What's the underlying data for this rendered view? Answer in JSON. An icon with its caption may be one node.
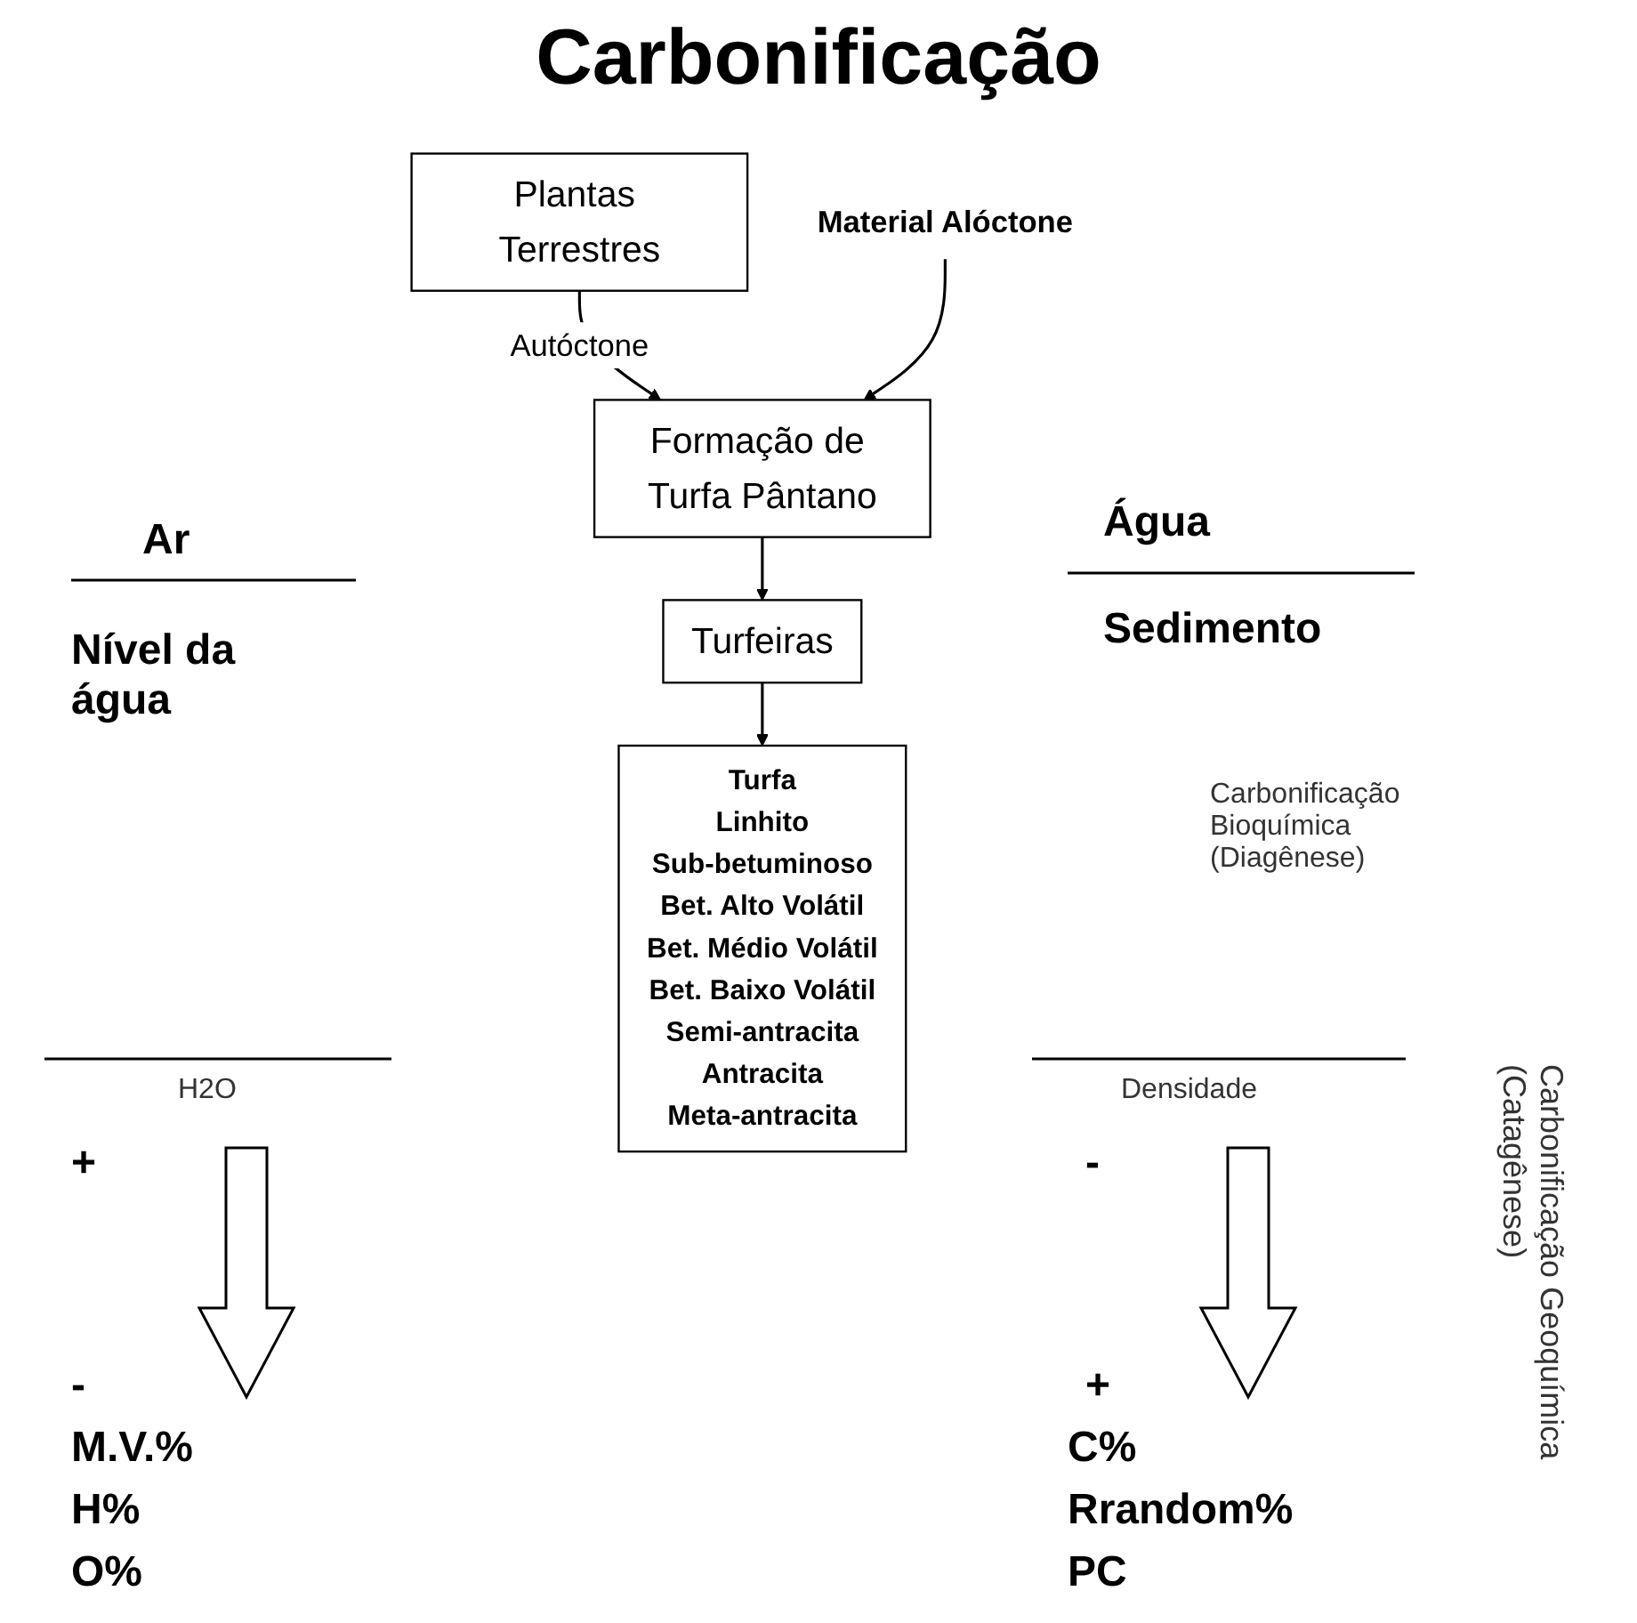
{
  "diagram": {
    "title": "Carbonificação",
    "nodes": [
      {
        "text": [
          "Plantas Terrestres"
        ]
      },
      {
        "text": [
          "Material Alóctone"
        ]
      },
      {
        "text": [
          "Formação de Turfa Pântano"
        ]
      },
      {
        "text": [
          "Turfeiras"
        ]
      },
      {
        "text": [
          "Turfa",
          "Linhito",
          "Sub-betuminoso",
          "Bet. Alto Volátil",
          "Bet. Médio Volátil",
          "Bet. Baixo Volátil",
          "Semi-antracita",
          "Antracita",
          "Meta-antracita"
        ]
      }
    ],
    "edges": [
      {
        "from": 0,
        "to": 2,
        "arrow": "to",
        "label": "Autóctone"
      },
      {
        "from": 1,
        "to": 2,
        "arrow": "to"
      },
      {
        "from": 2,
        "to": 3,
        "arrow": "to"
      },
      {
        "from": 3,
        "to": 4,
        "arrow": "to"
      }
    ],
    "labels": [
      "Ar",
      "Água",
      "Nível da água",
      "Sedimento",
      "Carbonificação Bioquímica (Diagênese)",
      "H2O",
      "Densidade",
      "Carbonificação Geoquímica (Catagênese)",
      "+",
      "-",
      "-",
      "+",
      "M.V.%",
      "C%",
      "H%",
      "Rrandom%",
      "O%",
      "PC"
    ]
  }
}
